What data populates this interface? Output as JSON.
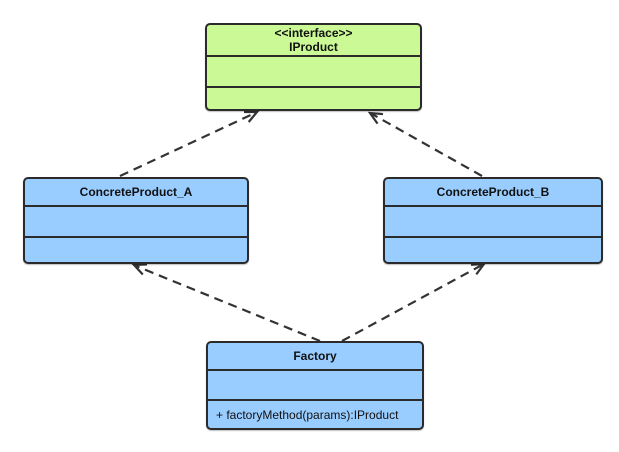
{
  "diagram": {
    "type": "uml-class-diagram",
    "colors": {
      "background": "#ffffff",
      "interface_fill": "#caf996",
      "class_fill": "#99ccff",
      "border": "#2b2b2b",
      "edge": "#333333"
    },
    "nodes": {
      "iproduct": {
        "stereotype": "<<interface>>",
        "name": "IProduct"
      },
      "concrete_a": {
        "name": "ConcreteProduct_A"
      },
      "concrete_b": {
        "name": "ConcreteProduct_B"
      },
      "factory": {
        "name": "Factory",
        "method": "+ factoryMethod(params):IProduct"
      }
    },
    "relations": [
      {
        "from": "ConcreteProduct_A",
        "to": "IProduct",
        "style": "dashed-open-arrow"
      },
      {
        "from": "ConcreteProduct_B",
        "to": "IProduct",
        "style": "dashed-open-arrow"
      },
      {
        "from": "Factory",
        "to": "ConcreteProduct_A",
        "style": "dashed-open-arrow"
      },
      {
        "from": "Factory",
        "to": "ConcreteProduct_B",
        "style": "dashed-open-arrow"
      }
    ]
  }
}
